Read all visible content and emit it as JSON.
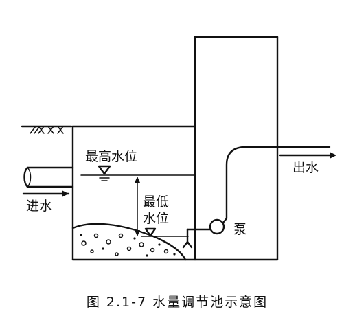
{
  "labels": {
    "max_level": "最高水位",
    "min_level_line1": "最低",
    "min_level_line2": "水位",
    "pump": "泵",
    "inflow": "进水",
    "outflow": "出水",
    "caption": "图 2.1-7   水量调节池示意图"
  },
  "colors": {
    "ink": "#111111",
    "background": "#ffffff"
  }
}
